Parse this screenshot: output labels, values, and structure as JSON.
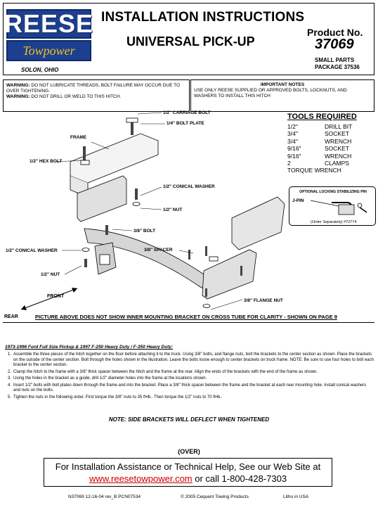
{
  "header": {
    "brand_top": "REESE",
    "brand_bottom": "Towpower",
    "title_line1": "INSTALLATION INSTRUCTIONS",
    "title_line2": "UNIVERSAL PICK-UP",
    "product_label": "Product No.",
    "product_number": "37069",
    "small_parts_line1": "SMALL PARTS",
    "small_parts_line2": "PACKAGE 37536",
    "location": "SOLON, OHIO"
  },
  "warnings": {
    "warning1_label": "WARNING:",
    "warning1_text": " DO NOT LUBRICATE THREADS, BOLT FAILURE MAY OCCUR DUE TO OVER TIGHTENING.",
    "warning2_label": "WARNING:",
    "warning2_text": " DO NOT DRILL OR WELD TO THIS HITCH."
  },
  "notes": {
    "title": "IMPORTANT NOTES",
    "text": "USE ONLY REESE SUPPLIED OR APPROVED BOLTS, LOCKNUTS, AND WASHERS TO INSTALL THIS HITCH"
  },
  "tools": {
    "title": "TOOLS REQUIRED",
    "items": [
      {
        "size": "1/2\"",
        "tool": "DRILL BIT"
      },
      {
        "size": "3/4\"",
        "tool": "SOCKET"
      },
      {
        "size": "3/4\"",
        "tool": "WRENCH"
      },
      {
        "size": "9/16\"",
        "tool": "SOCKET"
      },
      {
        "size": "9/16\"",
        "tool": "WRENCH"
      },
      {
        "size": "2",
        "tool": "CLAMPS"
      }
    ],
    "extra": "TORQUE WRENCH"
  },
  "pin": {
    "title": "OPTIONAL LOCKING STABILIZING PIN",
    "jpin": "J-PIN",
    "order": "(Order Separately) #72774"
  },
  "diagram_labels": {
    "carriage_bolt": "1/2\" CARRIAGE BOLT",
    "bolt_plate": "1/4\" BOLT PLATE",
    "frame": "FRAME",
    "hex_bolt": "1/2\" HEX BOLT",
    "conical_washer_right": "1/2\" CONICAL WASHER",
    "nut_right": "1/2\" NUT",
    "bolt_38": "3/8\" BOLT",
    "spacer": "3/8\" SPACER",
    "conical_washer_left": "1/2\" CONICAL WASHER",
    "nut_left": "1/2\" NUT",
    "flange_nut": "3/8\" FLANGE NUT",
    "front": "FRONT",
    "rear": "REAR"
  },
  "picture_note": "PICTURE ABOVE DOES NOT SHOW INNER MOUNTING BRACKET ON CROSS TUBE FOR CLARITY - SHOWN ON PAGE 9",
  "vehicle": "1973-1996 Ford Full Size Pickup & 1997 F-250 Heavy Duty / F-350 Heavy Duty:",
  "steps": [
    {
      "num": "1.",
      "text": "Assemble the three pieces of the hitch together on the floor before attaching it to the truck. Using 3/8\" bolts, and flange nuts, bolt the brackets to the center section as shown. Place the brackets on the outside of the center section. Bolt through the holes shown in the illustration. Leave the bolts loose enough to center brackets on truck frame. NOTE: Be sure to use four holes to bolt each bracket to the center section."
    },
    {
      "num": "2.",
      "text": "Clamp the hitch to the frame with a 3/8\" thick spacer between the hitch and the frame at the rear. Align the ends of the brackets with the end of the frame as shown."
    },
    {
      "num": "3.",
      "text": "Using the holes in the bracket as a guide, drill 1/2\" diameter holes into the frame at the locations shown."
    },
    {
      "num": "4.",
      "text": "Insert 1/2\" bolts with bolt plates down through the frame and into the bracket. Place a 3/8\" thick spacer between the frame and the bracket at each rear mounting hole. Install conical washers and nuts on the bolts."
    },
    {
      "num": "5.",
      "text": "Tighten the nuts in the following order. First torque the 3/8\" nuts to 35 ft•lb.. Then torque the 1/2\" nuts to 70 ft•lb.."
    }
  ],
  "deflect_note": "NOTE: SIDE BRACKETS WILL DEFLECT WHEN TIGHTENED",
  "over": "(OVER)",
  "help": {
    "line1": "For Installation Assistance or Technical Help, See our Web Site at",
    "link": "www.reesetowpower.com",
    "line2_rest": " or call 1-800-428-7303"
  },
  "footer": {
    "code": "N37069 12-16-04 rev_B PCN07534",
    "copyright": "© 2005 Cequent Towing Products",
    "litho": "Litho in USA"
  }
}
